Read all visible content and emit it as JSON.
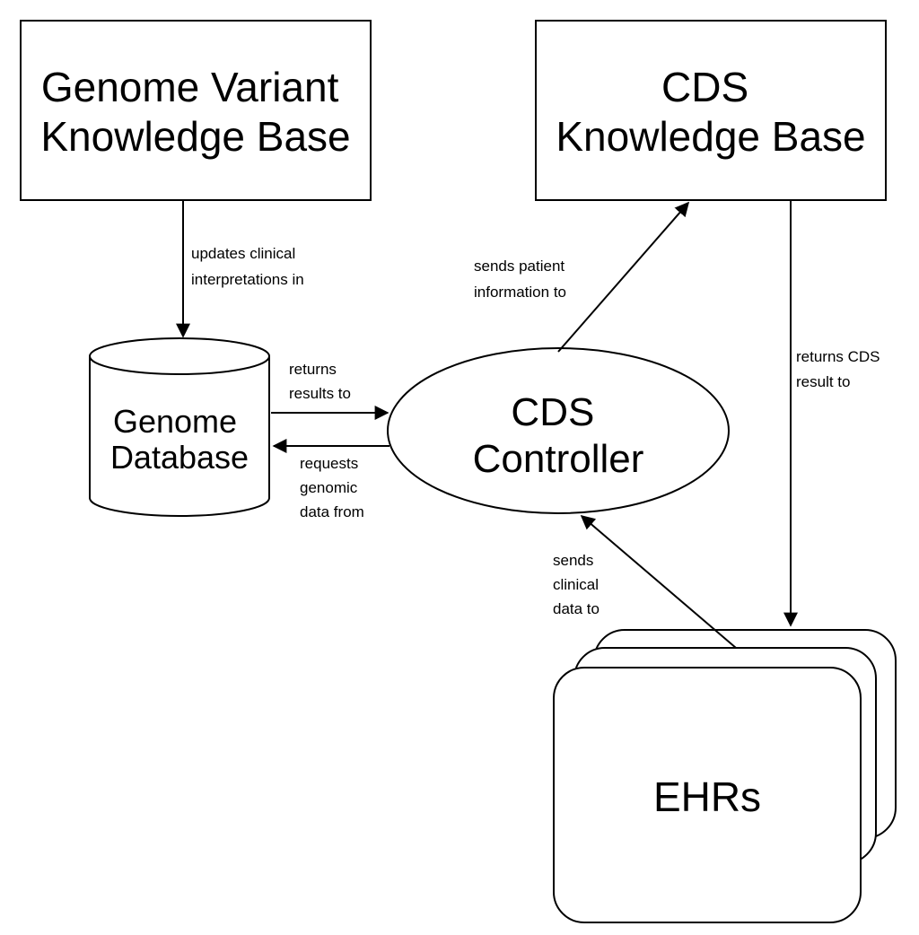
{
  "nodes": {
    "genome_kb": {
      "lines": [
        "Genome Variant",
        "Knowledge Base"
      ]
    },
    "cds_kb": {
      "lines": [
        "CDS",
        "Knowledge Base"
      ]
    },
    "genome_db": {
      "lines": [
        "Genome",
        "Database"
      ]
    },
    "cds_controller": {
      "lines": [
        "CDS",
        "Controller"
      ]
    },
    "ehrs": {
      "lines": [
        "EHRs"
      ]
    }
  },
  "edges": {
    "kb_to_db": {
      "lines": [
        "updates clinical",
        "interpretations in"
      ]
    },
    "db_to_controller": {
      "lines": [
        "returns",
        "results to"
      ]
    },
    "controller_to_db": {
      "lines": [
        "requests",
        "genomic",
        "data from"
      ]
    },
    "controller_to_cds_kb": {
      "lines": [
        "sends patient",
        "information to"
      ]
    },
    "cds_kb_to_ehrs": {
      "lines": [
        "returns CDS",
        "result to"
      ]
    },
    "ehrs_to_controller": {
      "lines": [
        "sends",
        "clinical",
        "data to"
      ]
    }
  },
  "colors": {
    "stroke": "#000000",
    "fill": "#ffffff",
    "background": "#ffffff"
  }
}
